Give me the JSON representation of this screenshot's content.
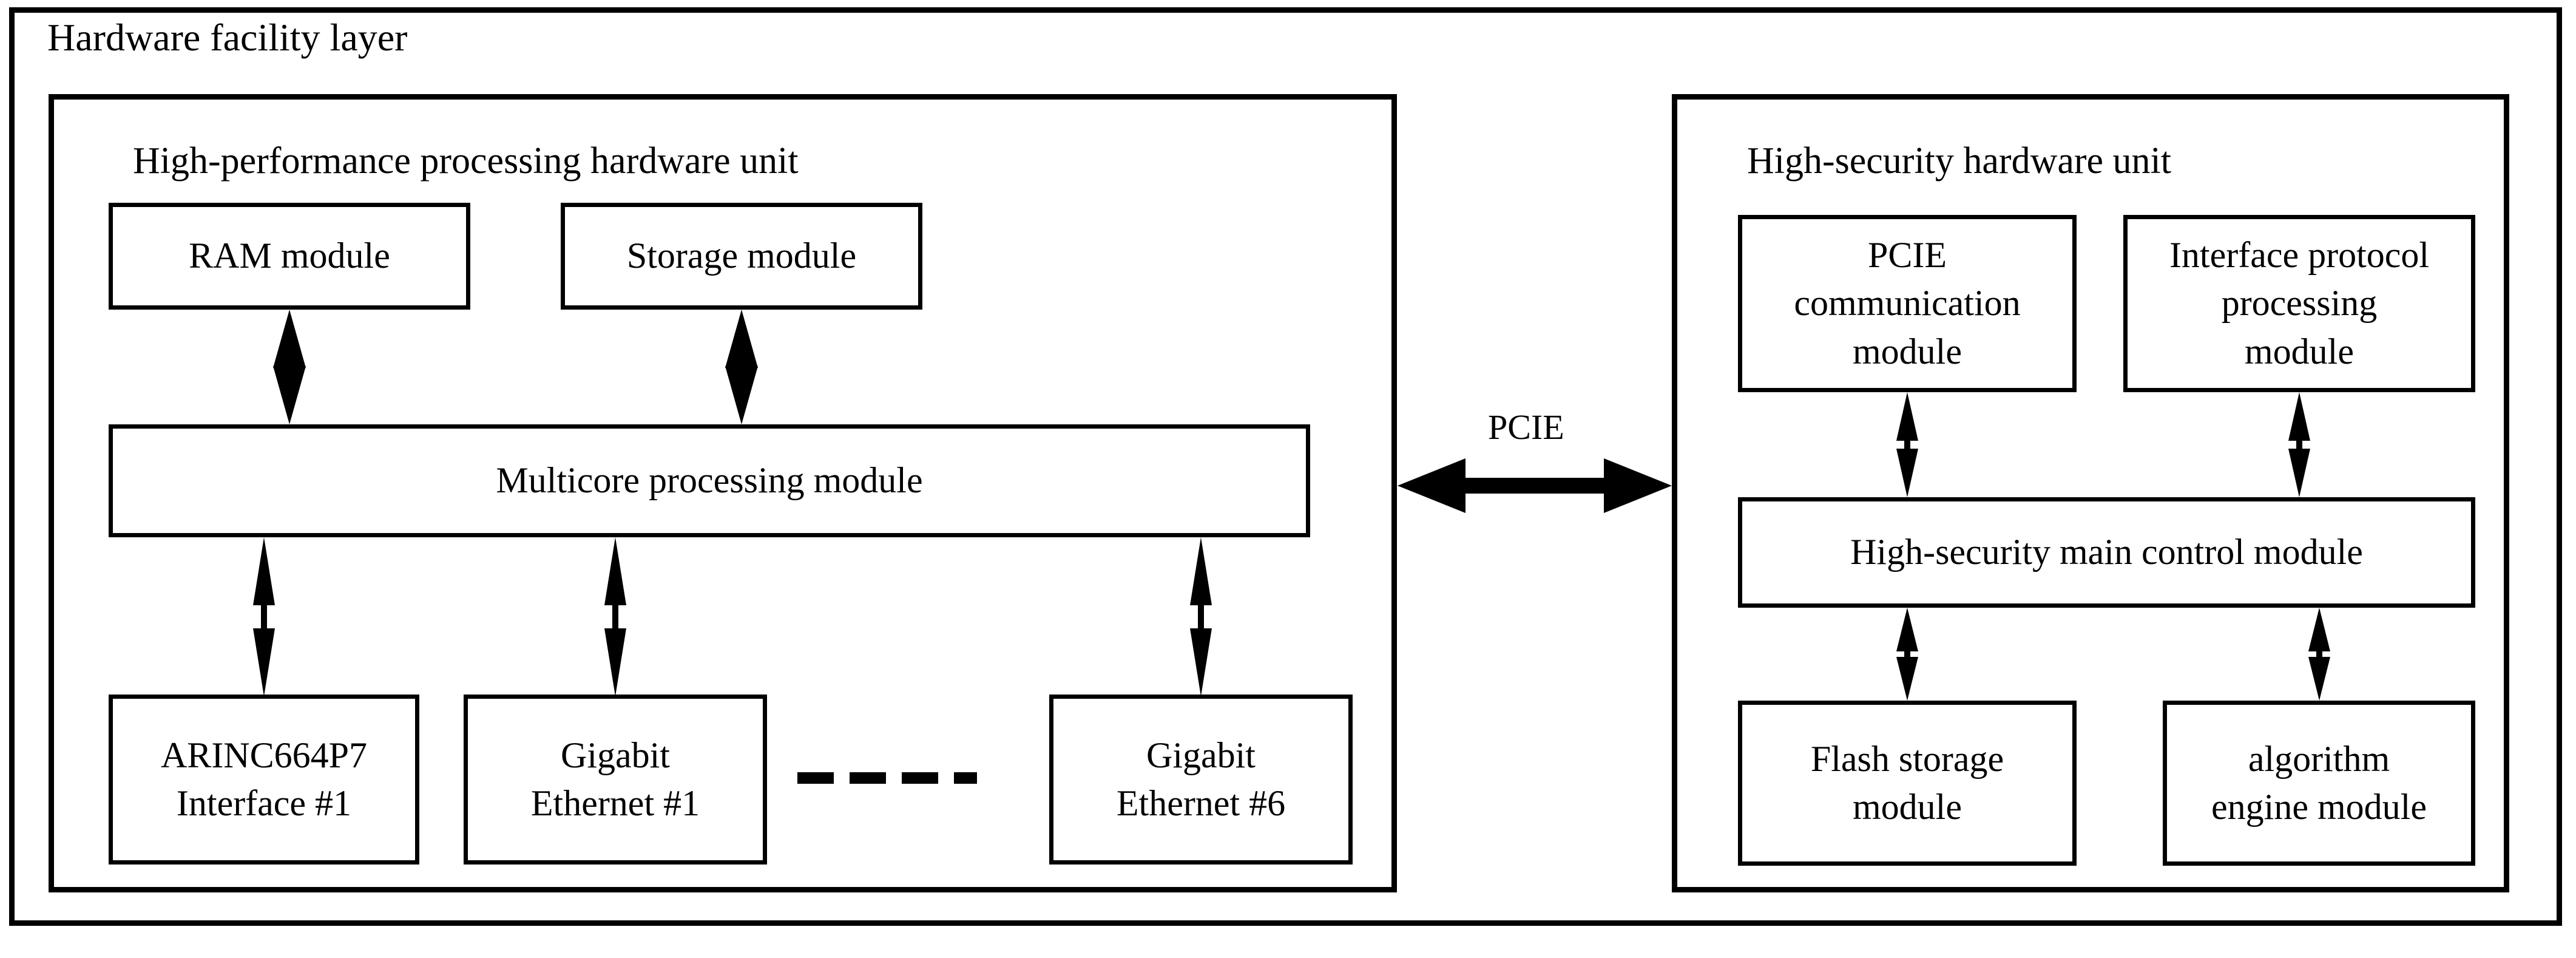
{
  "diagram": {
    "outer": {
      "title": "Hardware facility layer"
    },
    "left_unit": {
      "title": "High-performance processing hardware unit",
      "boxes": {
        "ram": "RAM module",
        "storage": "Storage module",
        "multicore": "Multicore processing module",
        "arinc_l1": "ARINC664P7",
        "arinc_l2": "Interface #1",
        "geth1_l1": "Gigabit",
        "geth1_l2": "Ethernet #1",
        "geth6_l1": "Gigabit",
        "geth6_l2": "Ethernet #6"
      },
      "ellipsis_dash_count": 4
    },
    "right_unit": {
      "title": "High-security hardware unit",
      "boxes": {
        "pcie_comm_l1": "PCIE",
        "pcie_comm_l2": "communication",
        "pcie_comm_l3": "module",
        "ifproto_l1": "Interface protocol",
        "ifproto_l2": "processing",
        "ifproto_l3": "module",
        "main_control": "High-security main control module",
        "flash_l1": "Flash storage",
        "flash_l2": "module",
        "algo_l1": "algorithm",
        "algo_l2": "engine module"
      }
    },
    "interconnect": {
      "label": "PCIE"
    },
    "colors": {
      "line": "#000000",
      "background": "#ffffff"
    }
  }
}
